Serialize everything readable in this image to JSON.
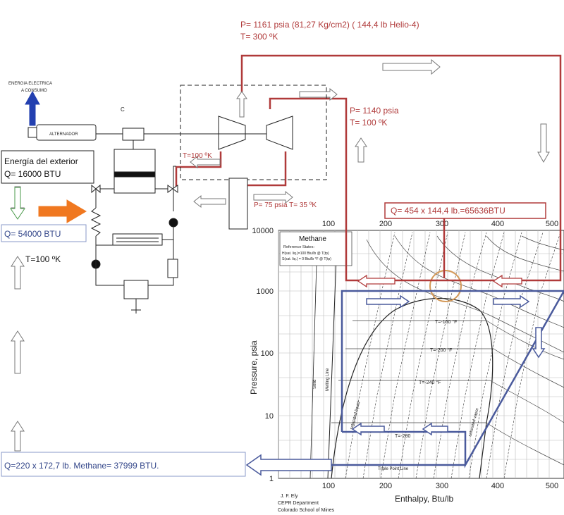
{
  "annotations": {
    "header_pressure": "P= 1161 psia (81,27 Kg/cm2)  ( 144,4 lb Helio-4)",
    "header_temp": "T= 300 ºK",
    "mid_pressure": "P= 1140 psia",
    "mid_temp": "T= 100 ºK",
    "turbine_temp": "T=100 ºK",
    "low_pressure": "P= 75 psia  T= 35 ºK",
    "heat_box": "Q= 454 x 144,4 lb.=65636BTU",
    "external_energy_line1": "Energía del exterior",
    "external_energy_line2": "Q= 16000 BTU",
    "q_box": "Q= 54000 BTU",
    "left_temp": "T=100 ºK",
    "methane_box": "Q=220 x 172,7 lb. Methane= 37999 BTU.",
    "energy_label_line1": "ENERGIA ELECTRICA",
    "energy_label_line2": "A CONSUMO",
    "alternator_label": "ALTERNADOR",
    "compressor_letter": "C"
  },
  "chart_data": {
    "type": "diagram",
    "title": "Methane",
    "reference_line1": "Reference States:",
    "reference_line2": "H(sat. liq.)=100 Btu/lb @ T(tp)",
    "reference_line3": "S(sat. liq.) = 0 Btu/lb °F @ T(tp)",
    "xlabel": "Enthalpy, Btu/lb",
    "ylabel": "Pressure, psia",
    "x_ticks": [
      "100",
      "200",
      "300",
      "400",
      "500"
    ],
    "y_ticks": [
      "10000",
      "1000",
      "100",
      "10",
      "1"
    ],
    "xlim": [
      0,
      500
    ],
    "ylim": [
      1,
      10000
    ],
    "y_scale": "log",
    "isotherm_labels": [
      "T=-160 °F",
      "T=-200 °F",
      "T=-240 °F",
      "T=-280"
    ],
    "region_labels": [
      "Solid",
      "Melting Line",
      "Triple Point Line",
      "saturated liquid",
      "saturated vapor"
    ],
    "credit_line1": "J. F. Ely",
    "credit_line2": "CEPR Department",
    "credit_line3": "Colorado School of Mines"
  },
  "colors": {
    "red_cycle": "#b03a3a",
    "blue_cycle": "#4a5a9c",
    "orange_arrow": "#f07820",
    "energy_arrow": "#2340b0",
    "circle": "#d49a5a"
  }
}
